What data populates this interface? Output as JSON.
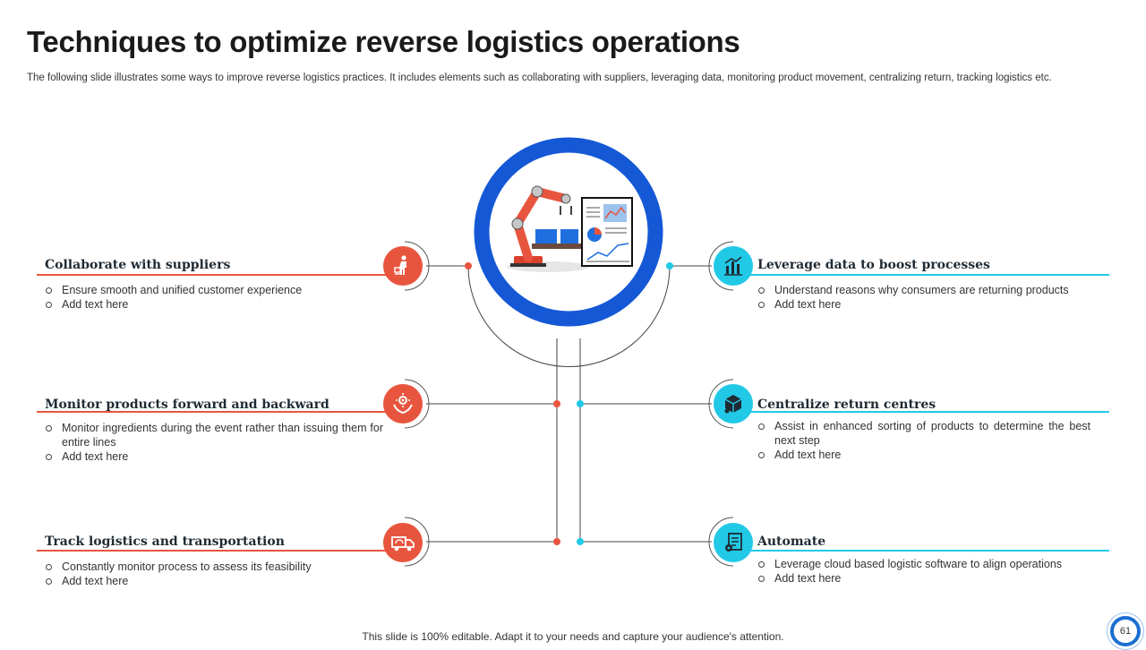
{
  "title": "Techniques to optimize reverse logistics operations",
  "subtitle": "The following slide illustrates some ways to improve reverse logistics practices. It includes elements such as collaborating with suppliers, leveraging data, monitoring product movement, centralizing return, tracking logistics etc.",
  "colors": {
    "left_accent": "#e8553f",
    "right_accent": "#22c9e6",
    "hub_ring": "#1558d6"
  },
  "hub": {
    "icon": "robot-arm-dashboard-icon"
  },
  "left_items": [
    {
      "heading": "Collaborate with suppliers",
      "icon": "delivery-person-icon",
      "bullets": [
        "Ensure smooth and unified customer experience",
        "Add text here"
      ]
    },
    {
      "heading": "Monitor products forward and backward",
      "icon": "hands-gear-icon",
      "bullets": [
        "Monitor ingredients during the event rather than issuing them for entire lines",
        "Add text here"
      ]
    },
    {
      "heading": "Track logistics and transportation",
      "icon": "delivery-truck-icon",
      "bullets": [
        "Constantly monitor process to assess its feasibility",
        "Add text here"
      ]
    }
  ],
  "right_items": [
    {
      "heading": "Leverage data to boost processes",
      "icon": "data-chart-icon",
      "bullets": [
        "Understand reasons why consumers are returning products",
        "Add text here"
      ]
    },
    {
      "heading": "Centralize return centres",
      "icon": "package-cube-icon",
      "bullets": [
        "Assist in enhanced sorting of products to determine the best next step",
        "Add text here"
      ]
    },
    {
      "heading": "Automate",
      "icon": "automation-document-gear-icon",
      "bullets": [
        "Leverage  cloud based logistic software to align operations",
        "Add text here"
      ]
    }
  ],
  "footer": "This slide is 100% editable. Adapt it to your needs and capture your audience's attention.",
  "page_number": "61"
}
